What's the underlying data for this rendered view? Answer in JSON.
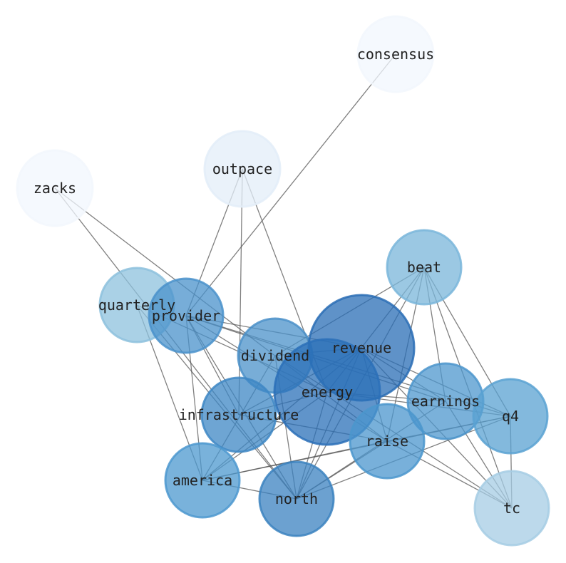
{
  "graph": {
    "nodes": [
      {
        "id": "consensus",
        "label": "consensus",
        "color": "#f2f7fd",
        "weight": 0.05
      },
      {
        "id": "outpace",
        "label": "outpace",
        "color": "#e3edf8",
        "weight": 0.15
      },
      {
        "id": "zacks",
        "label": "zacks",
        "color": "#f2f7fd",
        "weight": 0.05
      },
      {
        "id": "beat",
        "label": "beat",
        "color": "#7ab6da",
        "weight": 0.45
      },
      {
        "id": "quarterly",
        "label": "quarterly",
        "color": "#8dc1dd",
        "weight": 0.4
      },
      {
        "id": "provider",
        "label": "provider",
        "color": "#4a92cb",
        "weight": 0.6
      },
      {
        "id": "dividend",
        "label": "dividend",
        "color": "#4b91c9",
        "weight": 0.6
      },
      {
        "id": "revenue",
        "label": "revenue",
        "color": "#2a6db5",
        "weight": 0.95
      },
      {
        "id": "energy",
        "label": "energy",
        "color": "#2b70b8",
        "weight": 1.0
      },
      {
        "id": "earnings",
        "label": "earnings",
        "color": "#4d97cd",
        "weight": 0.58
      },
      {
        "id": "q4",
        "label": "q4",
        "color": "#5aa2d2",
        "weight": 0.55
      },
      {
        "id": "infrastructure",
        "label": "infrastructure",
        "color": "#3e87c4",
        "weight": 0.65
      },
      {
        "id": "raise",
        "label": "raise",
        "color": "#4b96cd",
        "weight": 0.6
      },
      {
        "id": "america",
        "label": "america",
        "color": "#4c98cf",
        "weight": 0.6
      },
      {
        "id": "north",
        "label": "north",
        "color": "#3b82c0",
        "weight": 0.68
      },
      {
        "id": "tc",
        "label": "tc",
        "color": "#a6cce4",
        "weight": 0.3
      }
    ],
    "edges": [
      [
        "consensus",
        "provider"
      ],
      [
        "zacks",
        "north"
      ],
      [
        "zacks",
        "raise"
      ],
      [
        "outpace",
        "provider"
      ],
      [
        "outpace",
        "infrastructure"
      ],
      [
        "outpace",
        "energy"
      ],
      [
        "beat",
        "revenue"
      ],
      [
        "beat",
        "dividend"
      ],
      [
        "beat",
        "raise"
      ],
      [
        "beat",
        "earnings"
      ],
      [
        "beat",
        "q4"
      ],
      [
        "beat",
        "tc"
      ],
      [
        "beat",
        "north"
      ],
      [
        "quarterly",
        "america"
      ],
      [
        "quarterly",
        "north"
      ],
      [
        "quarterly",
        "energy"
      ],
      [
        "provider",
        "america"
      ],
      [
        "provider",
        "north"
      ],
      [
        "provider",
        "infrastructure"
      ],
      [
        "provider",
        "revenue"
      ],
      [
        "provider",
        "raise"
      ],
      [
        "provider",
        "earnings"
      ],
      [
        "provider",
        "q4"
      ],
      [
        "revenue",
        "north"
      ],
      [
        "revenue",
        "america"
      ],
      [
        "revenue",
        "infrastructure"
      ],
      [
        "revenue",
        "raise"
      ],
      [
        "revenue",
        "earnings"
      ],
      [
        "revenue",
        "q4"
      ],
      [
        "revenue",
        "tc"
      ],
      [
        "revenue",
        "dividend"
      ],
      [
        "revenue",
        "energy"
      ],
      [
        "energy",
        "north"
      ],
      [
        "energy",
        "america"
      ],
      [
        "energy",
        "infrastructure"
      ],
      [
        "energy",
        "earnings"
      ],
      [
        "energy",
        "q4"
      ],
      [
        "raise",
        "north"
      ],
      [
        "raise",
        "america"
      ],
      [
        "raise",
        "q4"
      ],
      [
        "raise",
        "tc"
      ],
      [
        "america",
        "north"
      ],
      [
        "america",
        "q4"
      ],
      [
        "north",
        "earnings"
      ],
      [
        "north",
        "q4"
      ],
      [
        "dividend",
        "america"
      ],
      [
        "dividend",
        "north"
      ],
      [
        "dividend",
        "tc"
      ],
      [
        "infrastructure",
        "raise"
      ],
      [
        "q4",
        "tc"
      ],
      [
        "earnings",
        "tc"
      ]
    ]
  }
}
